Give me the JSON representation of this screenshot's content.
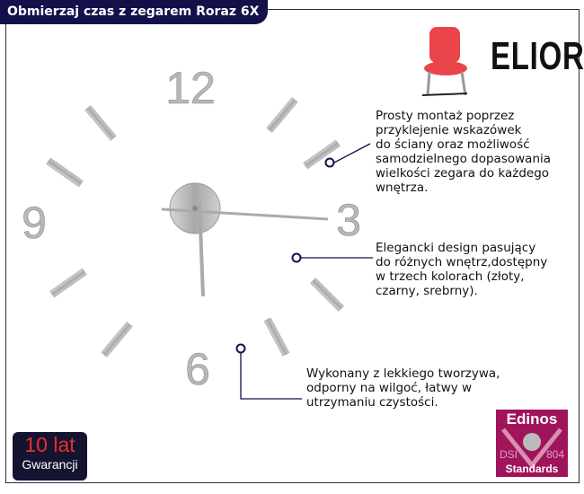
{
  "title": "Obmierzaj czas z zegarem Roraz 6X",
  "brand": "ELIOR",
  "features": [
    [
      "Prosty montaż poprzez",
      "przyklejenie wskazówek",
      "do ściany oraz możliwość",
      "samodzielnego dopasowania",
      "wielkości zegara do każdego",
      "wnętrza."
    ],
    [
      "Elegancki design pasujący",
      "do różnych wnętrz,dostępny",
      "w trzech kolorach (złoty,",
      "czarny, srebrny)."
    ],
    [
      "Wykonany z lekkiego tworzywa,",
      "odporny na wilgoć, łatwy w",
      "utrzymaniu czystości."
    ]
  ],
  "warranty": {
    "years": "10 lat",
    "label": "Gwarancji"
  },
  "cert": {
    "name": "Edinos",
    "left": "DSI",
    "right": "804",
    "bottom": "Standards"
  },
  "clock": {
    "numbers": [
      "12",
      "3",
      "6",
      "9"
    ]
  }
}
